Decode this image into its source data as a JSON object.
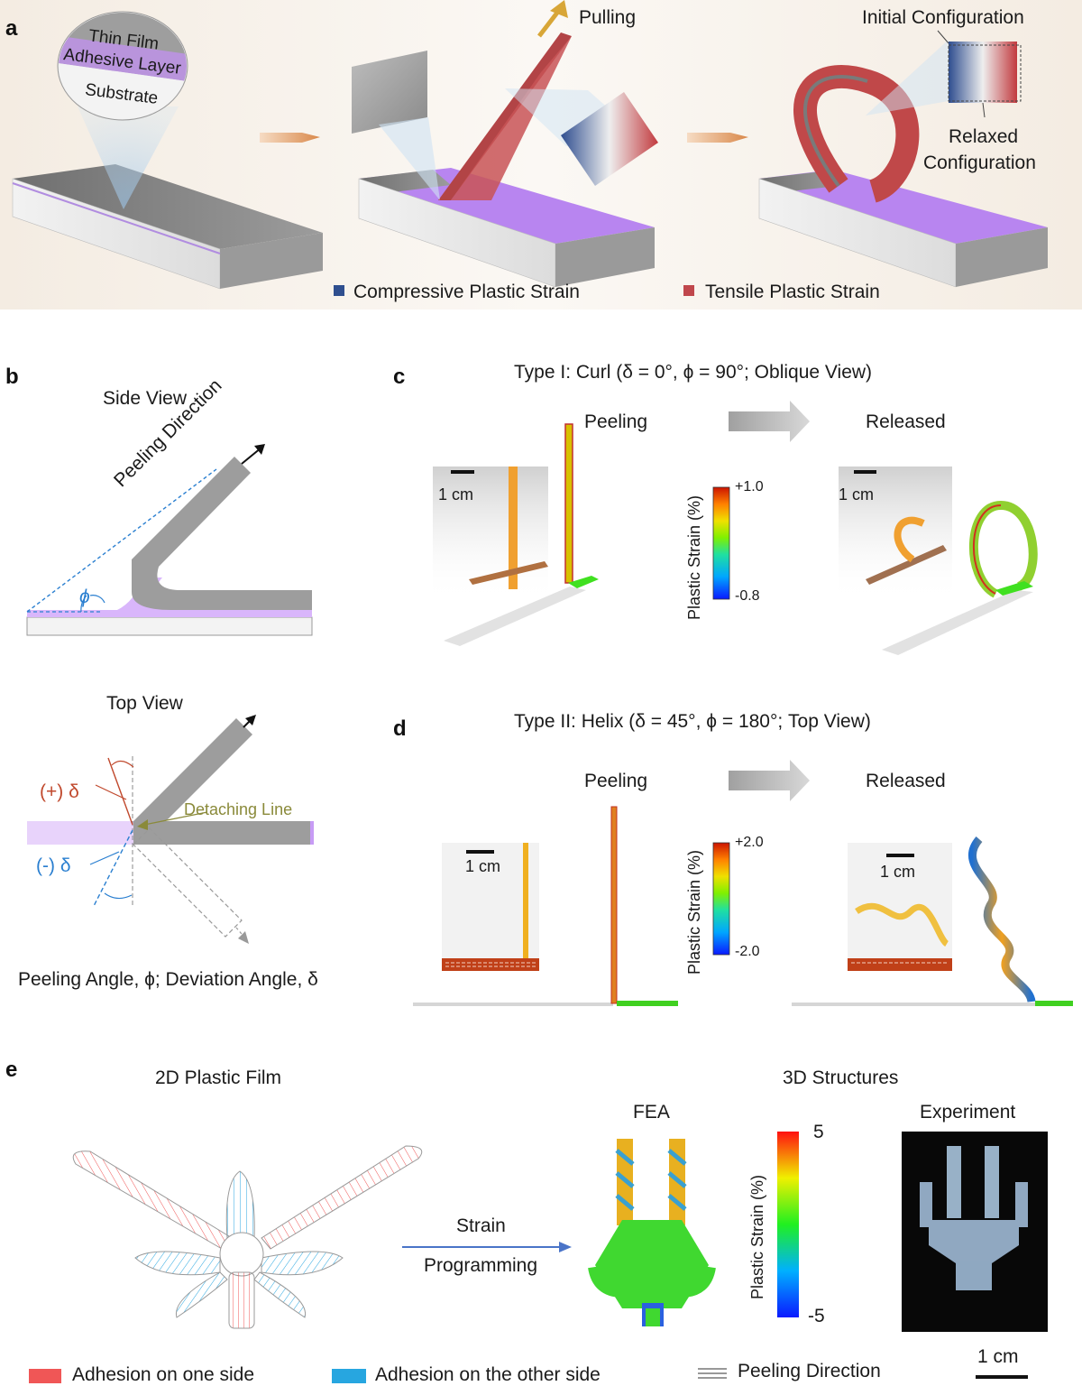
{
  "panel_a": {
    "letter": "a",
    "layers": {
      "thin_film": "Thin Film",
      "adhesive": "Adhesive Layer",
      "substrate": "Substrate"
    },
    "pulling": "Pulling",
    "initial_config": "Initial Configuration",
    "relaxed_config_line1": "Relaxed",
    "relaxed_config_line2": "Configuration",
    "legend_compressive": "Compressive Plastic Strain",
    "legend_tensile": "Tensile Plastic Strain",
    "colors": {
      "compressive": "#2f4f8f",
      "tensile": "#c0474c",
      "adhesive": "#c79bf5"
    }
  },
  "panel_b": {
    "letter": "b",
    "side_view": "Side View",
    "peeling_direction": "Peeling Direction",
    "phi": "ϕ",
    "top_view": "Top View",
    "plus_delta": "(+) δ",
    "minus_delta": "(-) δ",
    "detaching_line": "Detaching Line",
    "caption": "Peeling Angle, ϕ; Deviation Angle, δ"
  },
  "panel_c": {
    "letter": "c",
    "title": "Type I: Curl (δ = 0°, ϕ = 90°; Oblique View)",
    "peeling": "Peeling",
    "released": "Released",
    "scale_left": "1 cm",
    "scale_right": "1 cm",
    "colorbar_label": "Plastic Strain (%)",
    "colorbar_max": "+1.0",
    "colorbar_min": "-0.8"
  },
  "panel_d": {
    "letter": "d",
    "title": "Type II: Helix (δ = 45°, ϕ = 180°; Top View)",
    "peeling": "Peeling",
    "released": "Released",
    "scale_left": "1 cm",
    "scale_right": "1 cm",
    "colorbar_label": "Plastic Strain (%)",
    "colorbar_max": "+2.0",
    "colorbar_min": "-2.0"
  },
  "panel_e": {
    "letter": "e",
    "film_title": "2D Plastic Film",
    "structures_title": "3D Structures",
    "arrow_line1": "Strain",
    "arrow_line2": "Programming",
    "fea": "FEA",
    "experiment": "Experiment",
    "colorbar_label": "Plastic Strain (%)",
    "colorbar_max": "5",
    "colorbar_min": "-5",
    "scale": "1 cm",
    "legend_one_side": "Adhesion on one side",
    "legend_other_side": "Adhesion on the other side",
    "legend_peeling": "Peeling Direction",
    "colors": {
      "one_side": "#f05656",
      "other_side": "#27a6e0"
    }
  }
}
